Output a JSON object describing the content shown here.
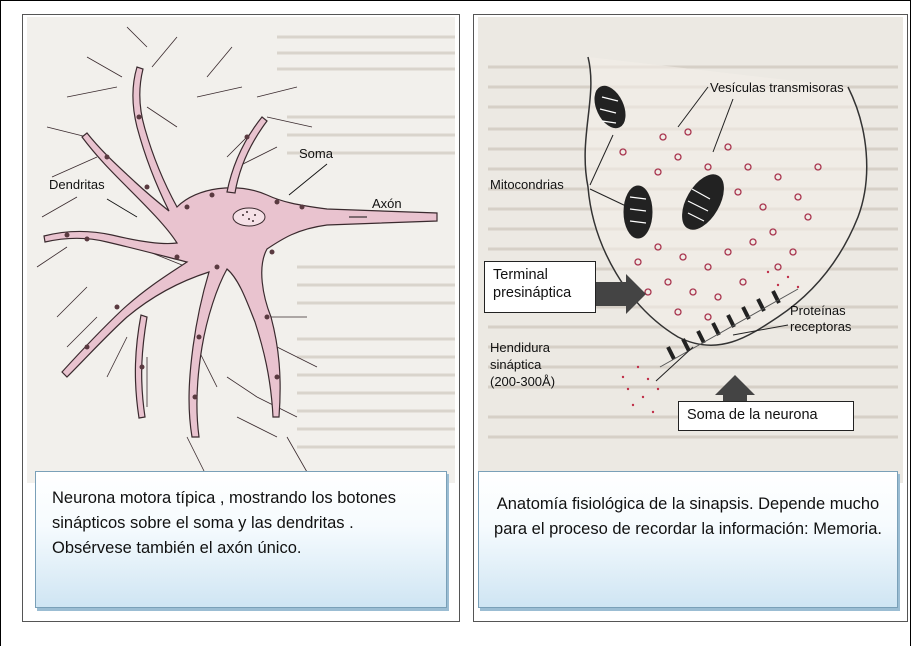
{
  "left_panel": {
    "labels": {
      "soma": "Soma",
      "dendrites": "Dendritas",
      "axon": "Axón"
    },
    "caption": "Neurona motora  típica , mostrando los botones sinápticos sobre el soma y las dendritas . Obsérvese también  el axón único."
  },
  "right_panel": {
    "labels": {
      "vesicles": "Vesículas transmisoras",
      "mitochondria": "Mitocondrias",
      "presynaptic_terminal": "Terminal presináptica",
      "receptor_proteins": "Proteínas receptoras",
      "synaptic_cleft": "Hendidura sináptica (200-300Å)",
      "neuron_soma": "Soma de la neurona"
    },
    "caption": "Anatomía fisiológica de la sinapsis. Depende mucho para el proceso de recordar la información: Memoria."
  },
  "colors": {
    "neuron_fill": "#e9c3cf",
    "caption_blue": "#cfe5f3",
    "label_red": "#c0304a"
  }
}
